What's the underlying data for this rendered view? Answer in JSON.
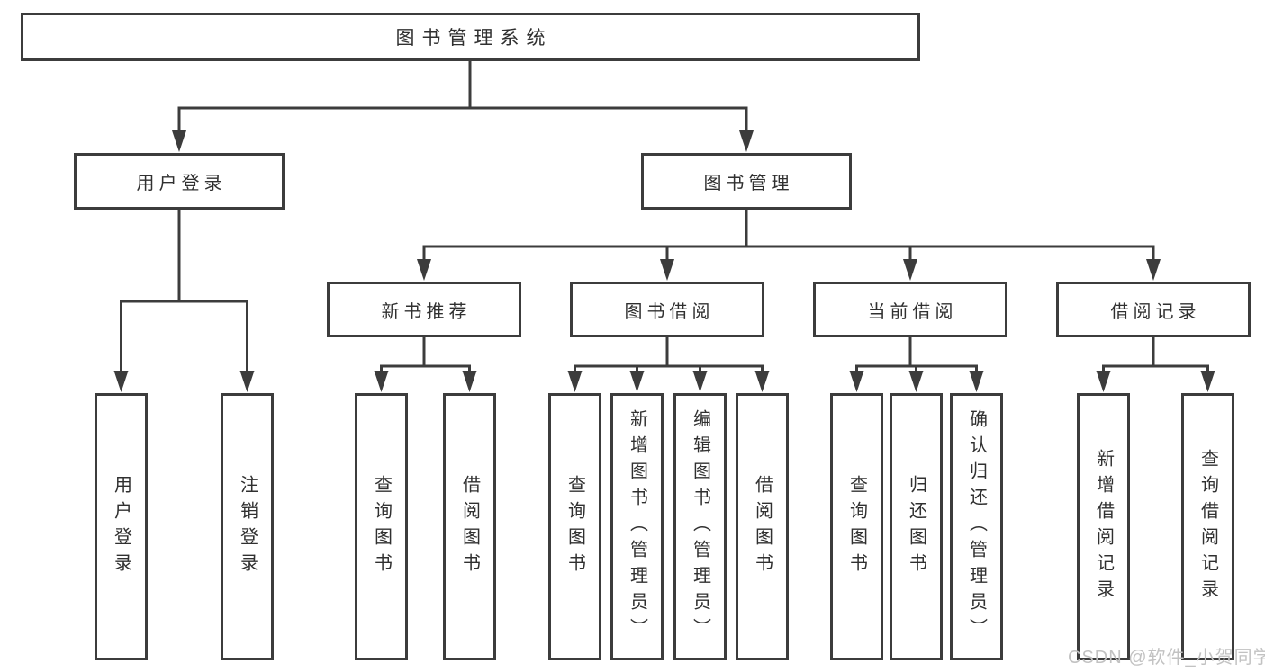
{
  "diagram_type": "hierarchy-tree",
  "tree": {
    "label": "图书管理系统",
    "children": [
      {
        "label": "用户登录",
        "children": [
          {
            "label": "用户登录"
          },
          {
            "label": "注销登录"
          }
        ]
      },
      {
        "label": "图书管理",
        "children": [
          {
            "label": "新书推荐",
            "children": [
              {
                "label": "查询图书"
              },
              {
                "label": "借阅图书"
              }
            ]
          },
          {
            "label": "图书借阅",
            "children": [
              {
                "label": "查询图书"
              },
              {
                "label": "新增图书（管理员）"
              },
              {
                "label": "编辑图书（管理员）"
              },
              {
                "label": "借阅图书"
              }
            ]
          },
          {
            "label": "当前借阅",
            "children": [
              {
                "label": "查询图书"
              },
              {
                "label": "归还图书"
              },
              {
                "label": "确认归还（管理员）"
              }
            ]
          },
          {
            "label": "借阅记录",
            "children": [
              {
                "label": "新增借阅记录"
              },
              {
                "label": "查询借阅记录"
              }
            ]
          }
        ]
      }
    ]
  },
  "watermark": "CSDN @软件_小贺同学",
  "colors": {
    "line": "#3c3c3c",
    "box_border": "#3c3c3c",
    "box_fill": "#ffffff",
    "text": "#303030",
    "watermark": "#c2c2c2",
    "background": "#ffffff"
  }
}
